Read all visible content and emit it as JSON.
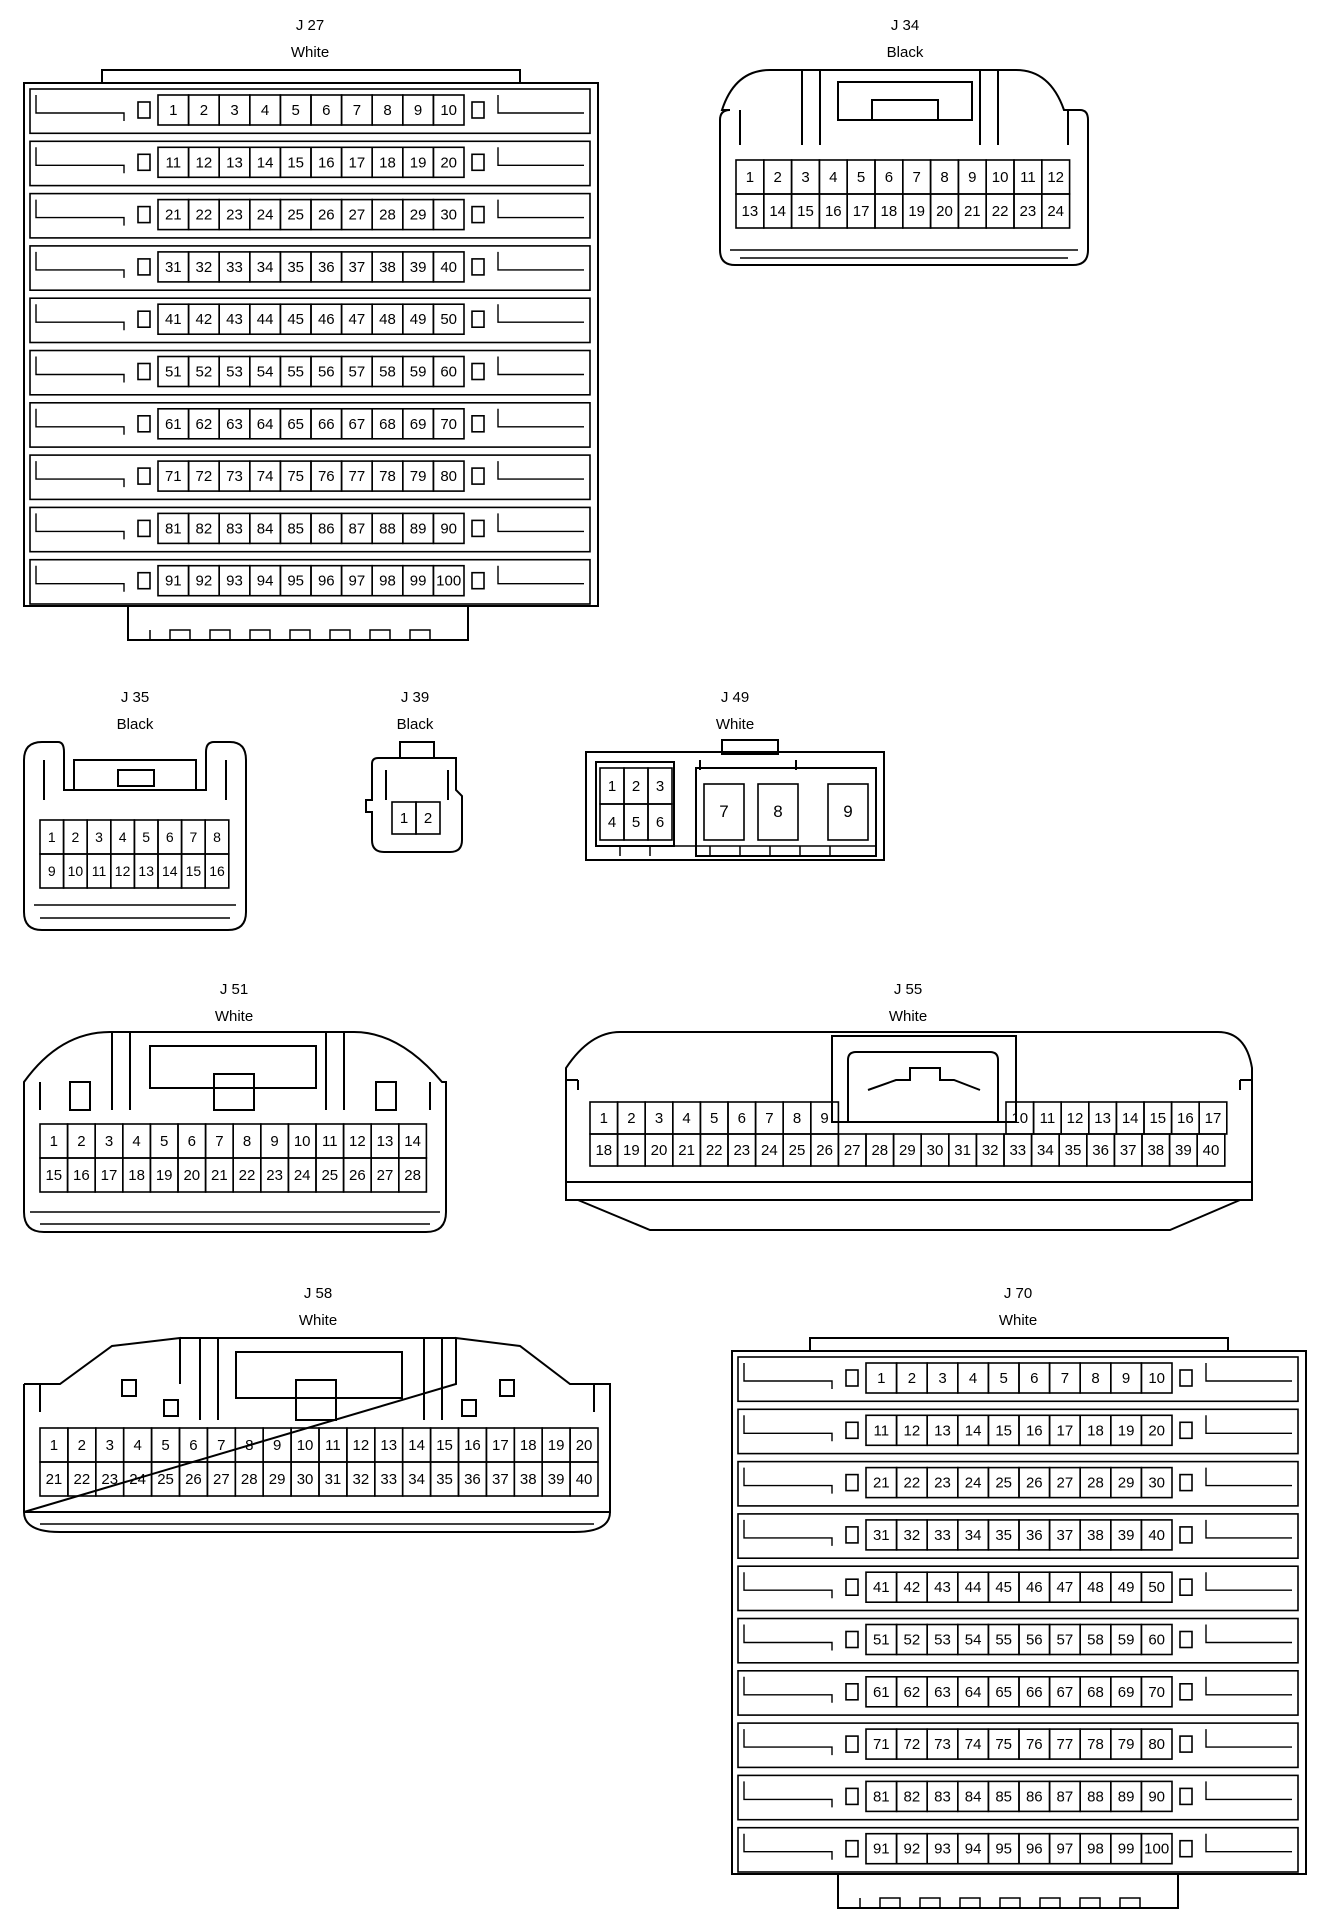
{
  "connectors": {
    "j27": {
      "name": "J 27",
      "color": "White"
    },
    "j34": {
      "name": "J 34",
      "color": "Black"
    },
    "j35": {
      "name": "J 35",
      "color": "Black"
    },
    "j39": {
      "name": "J 39",
      "color": "Black"
    },
    "j49": {
      "name": "J 49",
      "color": "White"
    },
    "j51": {
      "name": "J 51",
      "color": "White"
    },
    "j55": {
      "name": "J 55",
      "color": "White"
    },
    "j58": {
      "name": "J 58",
      "color": "White"
    },
    "j70": {
      "name": "J 70",
      "color": "White"
    }
  },
  "pins": {
    "j27": [
      "1",
      "2",
      "3",
      "4",
      "5",
      "6",
      "7",
      "8",
      "9",
      "10",
      "11",
      "12",
      "13",
      "14",
      "15",
      "16",
      "17",
      "18",
      "19",
      "20",
      "21",
      "22",
      "23",
      "24",
      "25",
      "26",
      "27",
      "28",
      "29",
      "30",
      "31",
      "32",
      "33",
      "34",
      "35",
      "36",
      "37",
      "38",
      "39",
      "40",
      "41",
      "42",
      "43",
      "44",
      "45",
      "46",
      "47",
      "48",
      "49",
      "50",
      "51",
      "52",
      "53",
      "54",
      "55",
      "56",
      "57",
      "58",
      "59",
      "60",
      "61",
      "62",
      "63",
      "64",
      "65",
      "66",
      "67",
      "68",
      "69",
      "70",
      "71",
      "72",
      "73",
      "74",
      "75",
      "76",
      "77",
      "78",
      "79",
      "80",
      "81",
      "82",
      "83",
      "84",
      "85",
      "86",
      "87",
      "88",
      "89",
      "90",
      "91",
      "92",
      "93",
      "94",
      "95",
      "96",
      "97",
      "98",
      "99",
      "100"
    ],
    "j34": [
      "1",
      "2",
      "3",
      "4",
      "5",
      "6",
      "7",
      "8",
      "9",
      "10",
      "11",
      "12",
      "13",
      "14",
      "15",
      "16",
      "17",
      "18",
      "19",
      "20",
      "21",
      "22",
      "23",
      "24"
    ],
    "j35": [
      "1",
      "2",
      "3",
      "4",
      "5",
      "6",
      "7",
      "8",
      "9",
      "10",
      "11",
      "12",
      "13",
      "14",
      "15",
      "16"
    ],
    "j39": [
      "1",
      "2"
    ],
    "j49": [
      "1",
      "2",
      "3",
      "4",
      "5",
      "6",
      "7",
      "8",
      "9"
    ],
    "j51": [
      "1",
      "2",
      "3",
      "4",
      "5",
      "6",
      "7",
      "8",
      "9",
      "10",
      "11",
      "12",
      "13",
      "14",
      "15",
      "16",
      "17",
      "18",
      "19",
      "20",
      "21",
      "22",
      "23",
      "24",
      "25",
      "26",
      "27",
      "28"
    ],
    "j55": [
      "1",
      "2",
      "3",
      "4",
      "5",
      "6",
      "7",
      "8",
      "9",
      "10",
      "11",
      "12",
      "13",
      "14",
      "15",
      "16",
      "17",
      "18",
      "19",
      "20",
      "21",
      "22",
      "23",
      "24",
      "25",
      "26",
      "27",
      "28",
      "29",
      "30",
      "31",
      "32",
      "33",
      "34",
      "35",
      "36",
      "37",
      "38",
      "39",
      "40"
    ],
    "j58": [
      "1",
      "2",
      "3",
      "4",
      "5",
      "6",
      "7",
      "8",
      "9",
      "10",
      "11",
      "12",
      "13",
      "14",
      "15",
      "16",
      "17",
      "18",
      "19",
      "20",
      "21",
      "22",
      "23",
      "24",
      "25",
      "26",
      "27",
      "28",
      "29",
      "30",
      "31",
      "32",
      "33",
      "34",
      "35",
      "36",
      "37",
      "38",
      "39",
      "40"
    ],
    "j70": [
      "1",
      "2",
      "3",
      "4",
      "5",
      "6",
      "7",
      "8",
      "9",
      "10",
      "11",
      "12",
      "13",
      "14",
      "15",
      "16",
      "17",
      "18",
      "19",
      "20",
      "21",
      "22",
      "23",
      "24",
      "25",
      "26",
      "27",
      "28",
      "29",
      "30",
      "31",
      "32",
      "33",
      "34",
      "35",
      "36",
      "37",
      "38",
      "39",
      "40",
      "41",
      "42",
      "43",
      "44",
      "45",
      "46",
      "47",
      "48",
      "49",
      "50",
      "51",
      "52",
      "53",
      "54",
      "55",
      "56",
      "57",
      "58",
      "59",
      "60",
      "61",
      "62",
      "63",
      "64",
      "65",
      "66",
      "67",
      "68",
      "69",
      "70",
      "71",
      "72",
      "73",
      "74",
      "75",
      "76",
      "77",
      "78",
      "79",
      "80",
      "81",
      "82",
      "83",
      "84",
      "85",
      "86",
      "87",
      "88",
      "89",
      "90",
      "91",
      "92",
      "93",
      "94",
      "95",
      "96",
      "97",
      "98",
      "99",
      "100"
    ]
  }
}
